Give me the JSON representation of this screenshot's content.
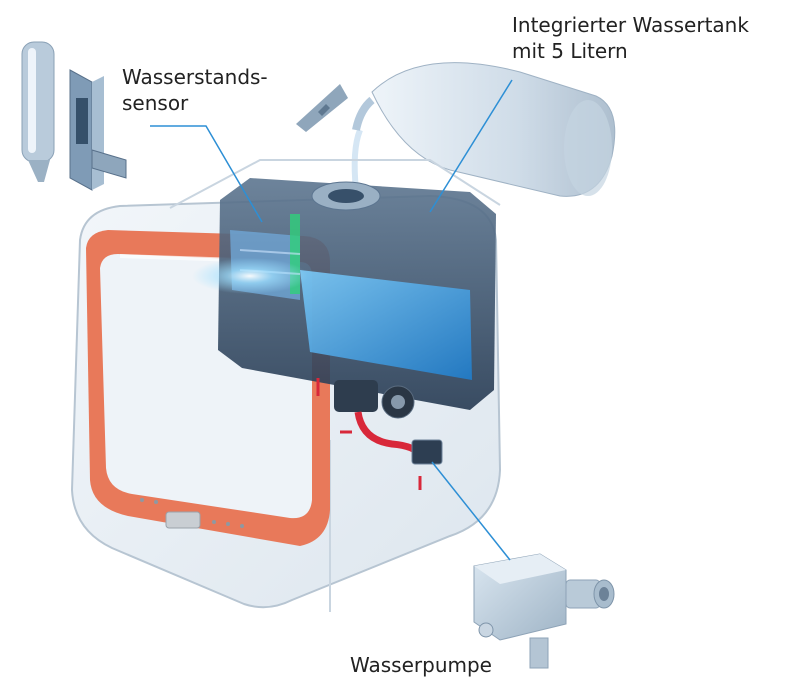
{
  "labels": {
    "sensor": [
      "Wasserstands-",
      "sensor"
    ],
    "tank": [
      "Integrierter Wassertank",
      "mit 5 Litern"
    ],
    "pump": "Wasserpumpe"
  },
  "colors": {
    "accent": "#e8795a",
    "water": "#3ea0e0",
    "callout_line": "#2d8fd5",
    "hose": "#d8283a"
  }
}
